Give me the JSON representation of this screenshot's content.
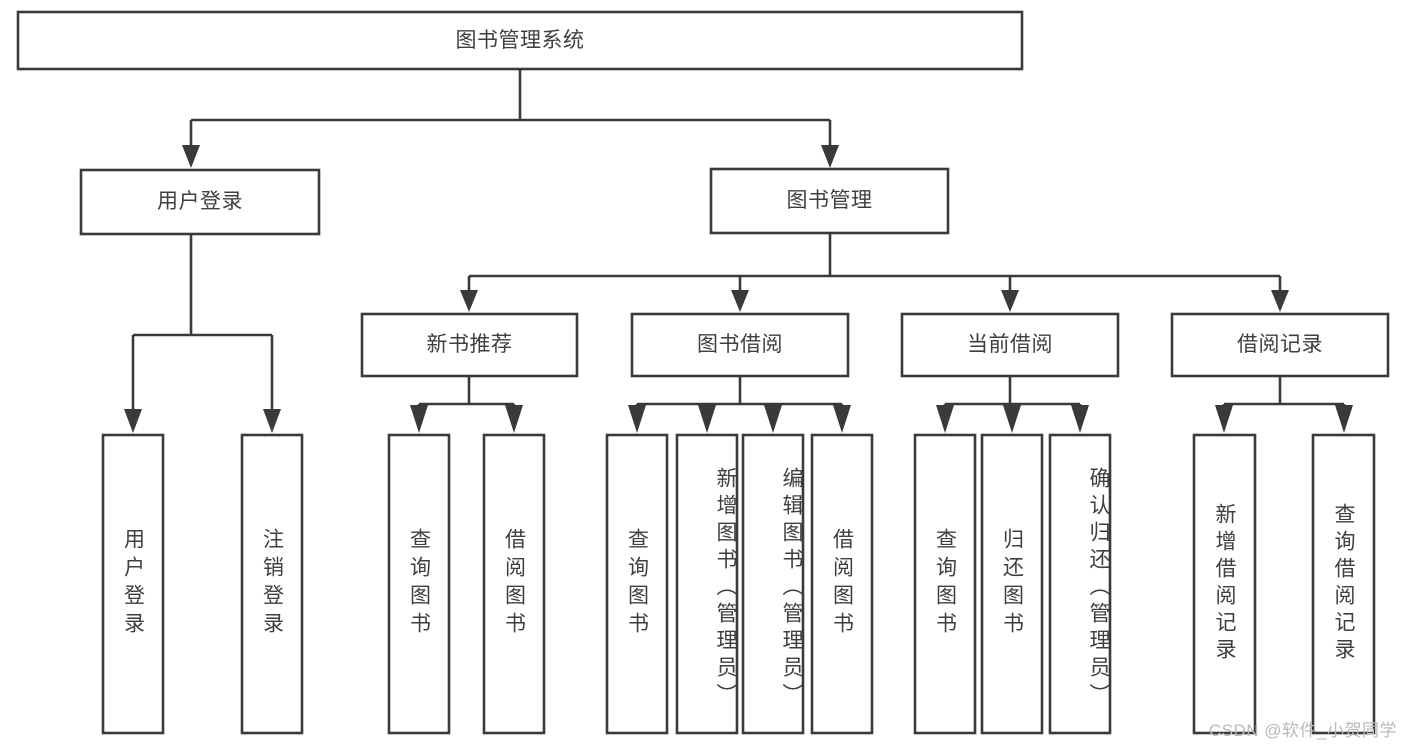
{
  "diagram": {
    "type": "tree-hierarchy",
    "title": "图书管理系统",
    "watermark": "CSDN @软件_小贺同学",
    "colors": {
      "stroke": "#3a3a3a",
      "box_fill": "#ffffff",
      "text": "#3f3f3f",
      "background": "#ffffff",
      "watermark": "#b9b9b9"
    },
    "nodes": {
      "root": {
        "label": "图书管理系统",
        "orientation": "horizontal"
      },
      "level1": [
        {
          "id": "user-login",
          "label": "用户登录",
          "orientation": "horizontal"
        },
        {
          "id": "book-manage",
          "label": "图书管理",
          "orientation": "horizontal"
        }
      ],
      "level2": [
        {
          "id": "new-book-recommend",
          "label": "新书推荐",
          "orientation": "horizontal"
        },
        {
          "id": "book-borrow",
          "label": "图书借阅",
          "orientation": "horizontal"
        },
        {
          "id": "current-borrow",
          "label": "当前借阅",
          "orientation": "horizontal"
        },
        {
          "id": "borrow-record",
          "label": "借阅记录",
          "orientation": "horizontal"
        }
      ],
      "leaves": {
        "user-login": [
          {
            "id": "leaf-user-login",
            "label": "用户登录",
            "orientation": "vertical"
          },
          {
            "id": "leaf-logout-login",
            "label": "注销登录",
            "orientation": "vertical"
          }
        ],
        "new-book-recommend": [
          {
            "id": "leaf-query-book-1",
            "label": "查询图书",
            "orientation": "vertical"
          },
          {
            "id": "leaf-borrow-book-1",
            "label": "借阅图书",
            "orientation": "vertical"
          }
        ],
        "book-borrow": [
          {
            "id": "leaf-query-book-2",
            "label": "查询图书",
            "orientation": "vertical"
          },
          {
            "id": "leaf-add-book-admin",
            "label": "新增图书（管理员）",
            "orientation": "vertical"
          },
          {
            "id": "leaf-edit-book-admin",
            "label": "编辑图书（管理员）",
            "orientation": "vertical"
          },
          {
            "id": "leaf-borrow-book-2",
            "label": "借阅图书",
            "orientation": "vertical"
          }
        ],
        "current-borrow": [
          {
            "id": "leaf-query-book-3",
            "label": "查询图书",
            "orientation": "vertical"
          },
          {
            "id": "leaf-return-book",
            "label": "归还图书",
            "orientation": "vertical"
          },
          {
            "id": "leaf-confirm-return-admin",
            "label": "确认归还（管理员）",
            "orientation": "vertical"
          }
        ],
        "borrow-record": [
          {
            "id": "leaf-add-borrow-record",
            "label": "新增借阅记录",
            "orientation": "vertical"
          },
          {
            "id": "leaf-query-borrow-record",
            "label": "查询借阅记录",
            "orientation": "vertical"
          }
        ]
      }
    }
  }
}
